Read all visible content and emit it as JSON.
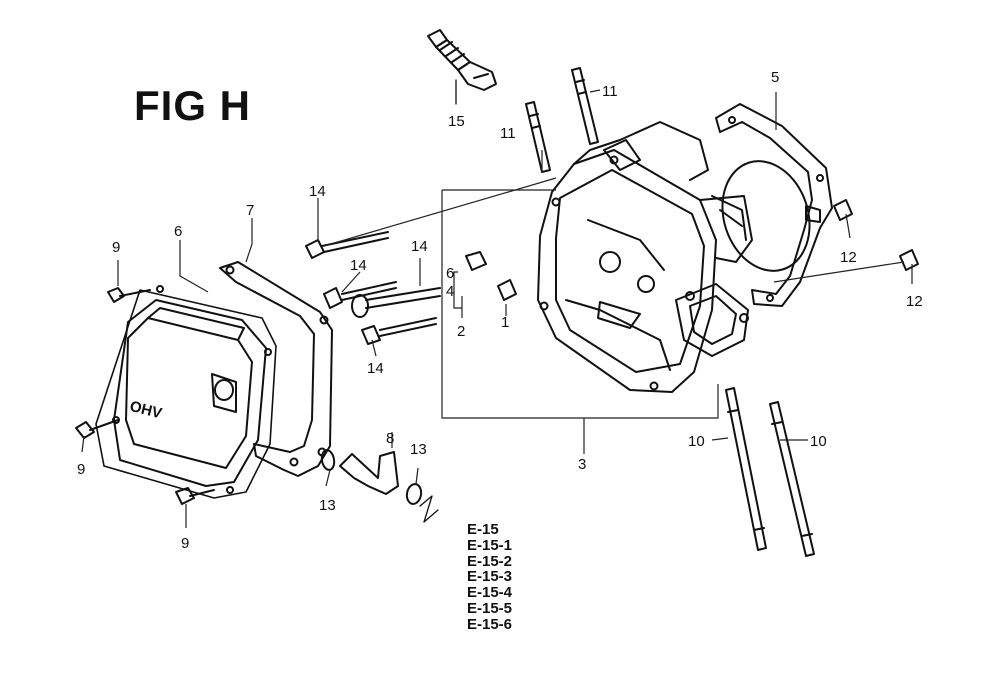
{
  "figure": {
    "title": "FIG H"
  },
  "callouts": {
    "n1": "1",
    "n2": "2",
    "n3": "3",
    "n4": "4",
    "n5": "5",
    "n6": "6",
    "n6b": "6",
    "n7": "7",
    "n8": "8",
    "n9a": "9",
    "n9b": "9",
    "n9c": "9",
    "n10a": "10",
    "n10b": "10",
    "n11a": "11",
    "n11b": "11",
    "n12a": "12",
    "n12b": "12",
    "n13a": "13",
    "n13b": "13",
    "n14a": "14",
    "n14b": "14",
    "n14c": "14",
    "n14d": "14",
    "n15": "15"
  },
  "cover_emboss": "OHV",
  "reference_codes": [
    "E-15",
    "E-15-1",
    "E-15-2",
    "E-15-3",
    "E-15-4",
    "E-15-5",
    "E-15-6"
  ]
}
